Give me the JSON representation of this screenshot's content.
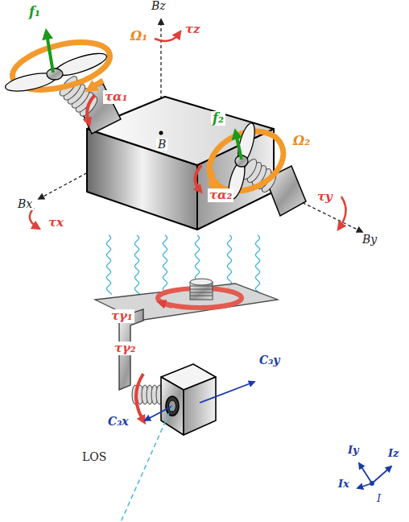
{
  "diagram": {
    "labels": [
      "f₁",
      "Ω₁",
      "τα₁",
      "Bz",
      "τz",
      "B",
      "f₂",
      "Ω₂",
      "Bx",
      "τx",
      "τα₂",
      "τy",
      "By",
      "τγ₁",
      "τγ₂",
      "C₃y",
      "C₃x",
      "LOS",
      "Iy",
      "Iz",
      "Ix",
      "I"
    ]
  }
}
